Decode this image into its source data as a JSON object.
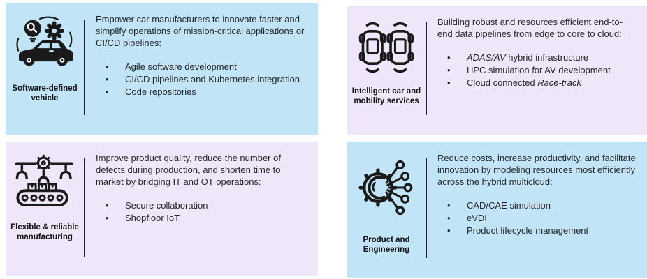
{
  "palette": {
    "blue_card_bg": "#C1E4F7",
    "lavender_card_bg": "#EFE7F9",
    "divider_color": "#1E1E3C",
    "text_color": "#262626",
    "icon_color": "#1A1A1A"
  },
  "cards": [
    {
      "label": "Software-defined vehicle",
      "icon": "software-defined-vehicle-icon",
      "theme": "blue",
      "intro": "Empower car manufacturers to innovate faster and simplify operations of mission-critical applications or CI/CD pipelines:",
      "bullets": [
        {
          "segments": [
            {
              "text": "Agile software development",
              "italic": false
            }
          ]
        },
        {
          "segments": [
            {
              "text": "CI/CD pipelines and Kubernetes integration",
              "italic": false
            }
          ]
        },
        {
          "segments": [
            {
              "text": "Code repositories",
              "italic": false
            }
          ]
        }
      ]
    },
    {
      "label": "Intelligent car and mobility services",
      "icon": "connected-cars-top-view-icon",
      "theme": "lavender",
      "intro": "Building robust and resources efficient end-to-end data pipelines from edge to core to cloud:",
      "bullets": [
        {
          "segments": [
            {
              "text": "ADAS/AV",
              "italic": true
            },
            {
              "text": " hybrid infrastructure",
              "italic": false
            }
          ]
        },
        {
          "segments": [
            {
              "text": "HPC simulation for AV development",
              "italic": false
            }
          ]
        },
        {
          "segments": [
            {
              "text": "Cloud connected ",
              "italic": false
            },
            {
              "text": "Race-track",
              "italic": true
            }
          ]
        }
      ]
    },
    {
      "label": "Flexible & reliable manufacturing",
      "icon": "conveyor-robotic-arms-icon",
      "theme": "lavender",
      "intro": "Improve product quality, reduce the number of defects during production, and shorten time to market  by bridging IT and OT operations:",
      "bullets": [
        {
          "segments": [
            {
              "text": "Secure collaboration",
              "italic": false
            }
          ]
        },
        {
          "segments": [
            {
              "text": "Shopfloor IoT",
              "italic": false
            }
          ]
        }
      ]
    },
    {
      "label": "Product and Engineering",
      "icon": "gear-network-icon",
      "theme": "blue",
      "intro": "Reduce costs, increase productivity, and facilitate innovation by modeling resources most efficiently across the hybrid multicloud:",
      "bullets": [
        {
          "segments": [
            {
              "text": "CAD/CAE simulation",
              "italic": false
            }
          ]
        },
        {
          "segments": [
            {
              "text": "eVDI",
              "italic": false
            }
          ]
        },
        {
          "segments": [
            {
              "text": "Product lifecycle management",
              "italic": false
            }
          ]
        }
      ]
    }
  ]
}
